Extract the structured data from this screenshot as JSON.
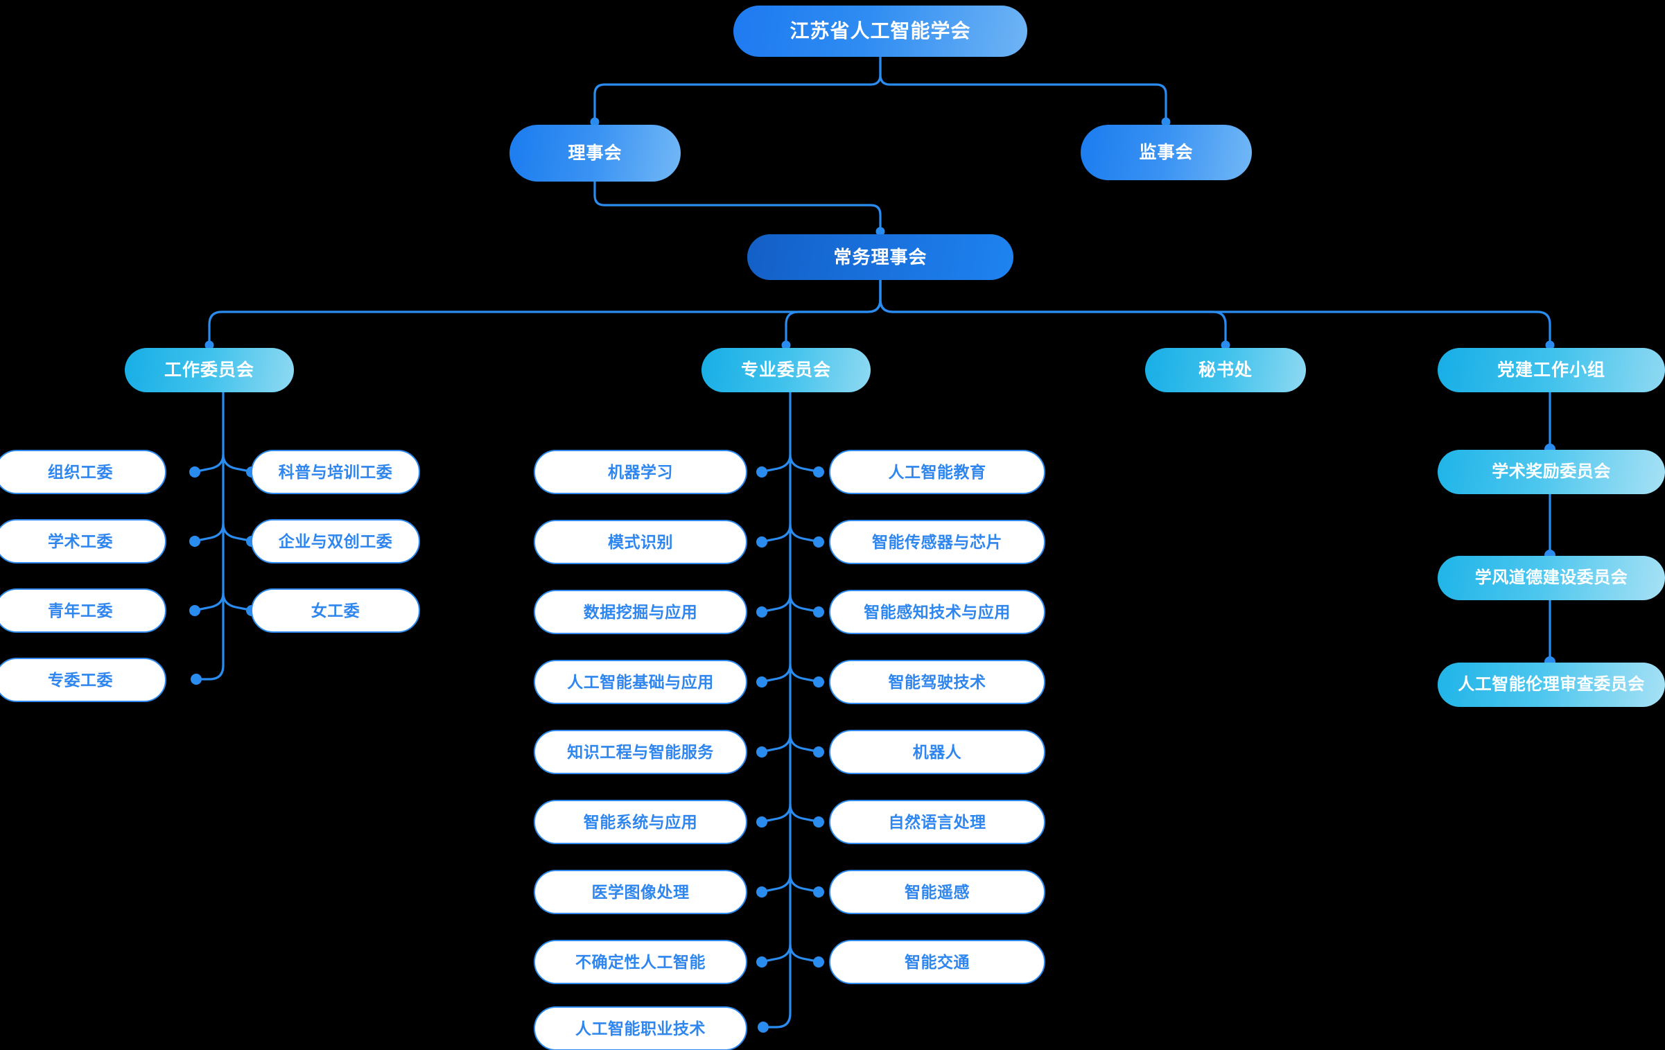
{
  "diagram": {
    "title_node": "江苏省人工智能学会",
    "type": "organization-chart",
    "background_color": "#000000",
    "colors": {
      "root_blue": "#2E8CF2",
      "level2_blue": "#3A93F3",
      "standing_blue": "#1971DD",
      "committee_cyan": "#40C2EC",
      "leaf_border": "#2E8AEE",
      "leaf_text": "#2E86EE",
      "wire": "#2B8CF0"
    }
  },
  "nodes": {
    "root": {
      "label": "江苏省人工智能学会"
    },
    "level2": [
      {
        "label": "理事会"
      },
      {
        "label": "监事会"
      }
    ],
    "level3": {
      "label": "常务理事会"
    },
    "level4": [
      {
        "label": "工作委员会"
      },
      {
        "label": "专业委员会"
      },
      {
        "label": "秘书处"
      },
      {
        "label": "党建工作小组"
      }
    ]
  },
  "branches": {
    "work_committee": {
      "parent": "工作委员会",
      "left_items": [
        {
          "label": "组织工委"
        },
        {
          "label": "学术工委"
        },
        {
          "label": "青年工委"
        },
        {
          "label": "专委工委"
        }
      ],
      "right_items": [
        {
          "label": "科普与培训工委"
        },
        {
          "label": "企业与双创工委"
        },
        {
          "label": "女工委"
        }
      ]
    },
    "professional_committee": {
      "parent": "专业委员会",
      "left_items": [
        {
          "label": "机器学习"
        },
        {
          "label": "模式识别"
        },
        {
          "label": "数据挖掘与应用"
        },
        {
          "label": "人工智能基础与应用"
        },
        {
          "label": "知识工程与智能服务"
        },
        {
          "label": "智能系统与应用"
        },
        {
          "label": "医学图像处理"
        },
        {
          "label": "不确定性人工智能"
        },
        {
          "label": "人工智能职业技术"
        }
      ],
      "right_items": [
        {
          "label": "人工智能教育"
        },
        {
          "label": "智能传感器与芯片"
        },
        {
          "label": "智能感知技术与应用"
        },
        {
          "label": "智能驾驶技术"
        },
        {
          "label": "机器人"
        },
        {
          "label": "自然语言处理"
        },
        {
          "label": "智能遥感"
        },
        {
          "label": "智能交通"
        }
      ]
    },
    "secretariat": {
      "parent": "秘书处",
      "items": []
    },
    "party_building": {
      "parent": "党建工作小组",
      "items": [
        {
          "label": "学术奖励委员会"
        },
        {
          "label": "学风道德建设委员会"
        },
        {
          "label": "人工智能伦理审查委员会"
        }
      ]
    }
  }
}
